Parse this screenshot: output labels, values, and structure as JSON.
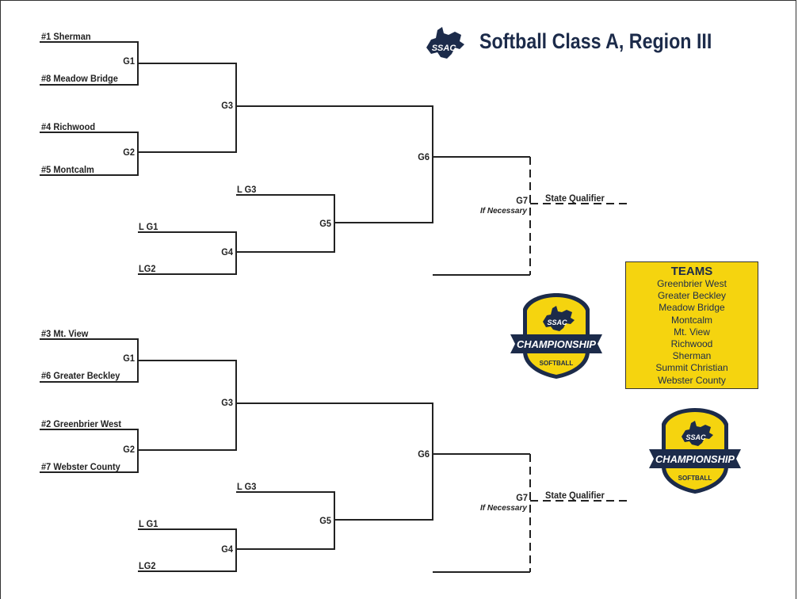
{
  "header": {
    "title": "Softball Class A, Region III",
    "logo_text": "SSAC"
  },
  "colors": {
    "navy": "#1c2b4a",
    "gold": "#f5d40f",
    "line": "#222222"
  },
  "bracket_top": {
    "teams": [
      "#1 Sherman",
      "#8 Meadow Bridge",
      "#4 Richwood",
      "#5 Montcalm"
    ],
    "games": {
      "g1": "G1",
      "g2": "G2",
      "g3": "G3",
      "g4": "G4",
      "g5": "G5",
      "g6": "G6",
      "g7": "G7"
    },
    "loser_slots": {
      "l_g3": "L G3",
      "l_g1": "L G1",
      "l_g2": "LG2"
    },
    "if_necessary": "If Necessary",
    "state_qualifier": "State Qualifier"
  },
  "bracket_bottom": {
    "teams": [
      "#3 Mt. View",
      "#6 Greater Beckley",
      "#2 Greenbrier West",
      "#7 Webster County"
    ],
    "games": {
      "g1": "G1",
      "g2": "G2",
      "g3": "G3",
      "g4": "G4",
      "g5": "G5",
      "g6": "G6",
      "g7": "G7"
    },
    "loser_slots": {
      "l_g3": "L G3",
      "l_g1": "L G1",
      "l_g2": "LG2"
    },
    "if_necessary": "If Necessary",
    "state_qualifier": "State Qualifier"
  },
  "teams_box": {
    "heading": "TEAMS",
    "items": [
      "Greenbrier West",
      "Greater Beckley",
      "Meadow Bridge",
      "Montcalm",
      "Mt. View",
      "Richwood",
      "Sherman",
      "Summit Christian",
      "Webster County"
    ]
  },
  "badge": {
    "logo_text": "SSAC",
    "banner": "CHAMPIONSHIP",
    "sport": "SOFTBALL"
  }
}
